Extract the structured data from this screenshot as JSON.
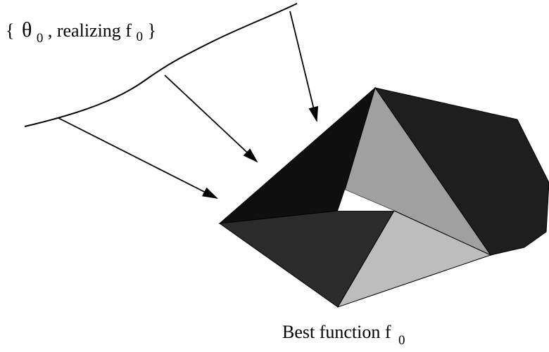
{
  "top_label": {
    "open_brace": "{",
    "theta": "θ",
    "theta_sub": "0",
    "rest": ", realizing f",
    "f_sub": "0",
    "close_brace": "}"
  },
  "bottom_label": {
    "text": "Best function f",
    "sub": "0"
  },
  "colors": {
    "background": "#ffffff",
    "stroke": "#000000",
    "face_left_upper": "#0f0f0f",
    "face_left_lower": "#2b2b2b",
    "face_right_upper": "#1e1e1e",
    "face_mid_light": "#a0a0a0",
    "face_bottom_light": "#bdbdbd"
  }
}
